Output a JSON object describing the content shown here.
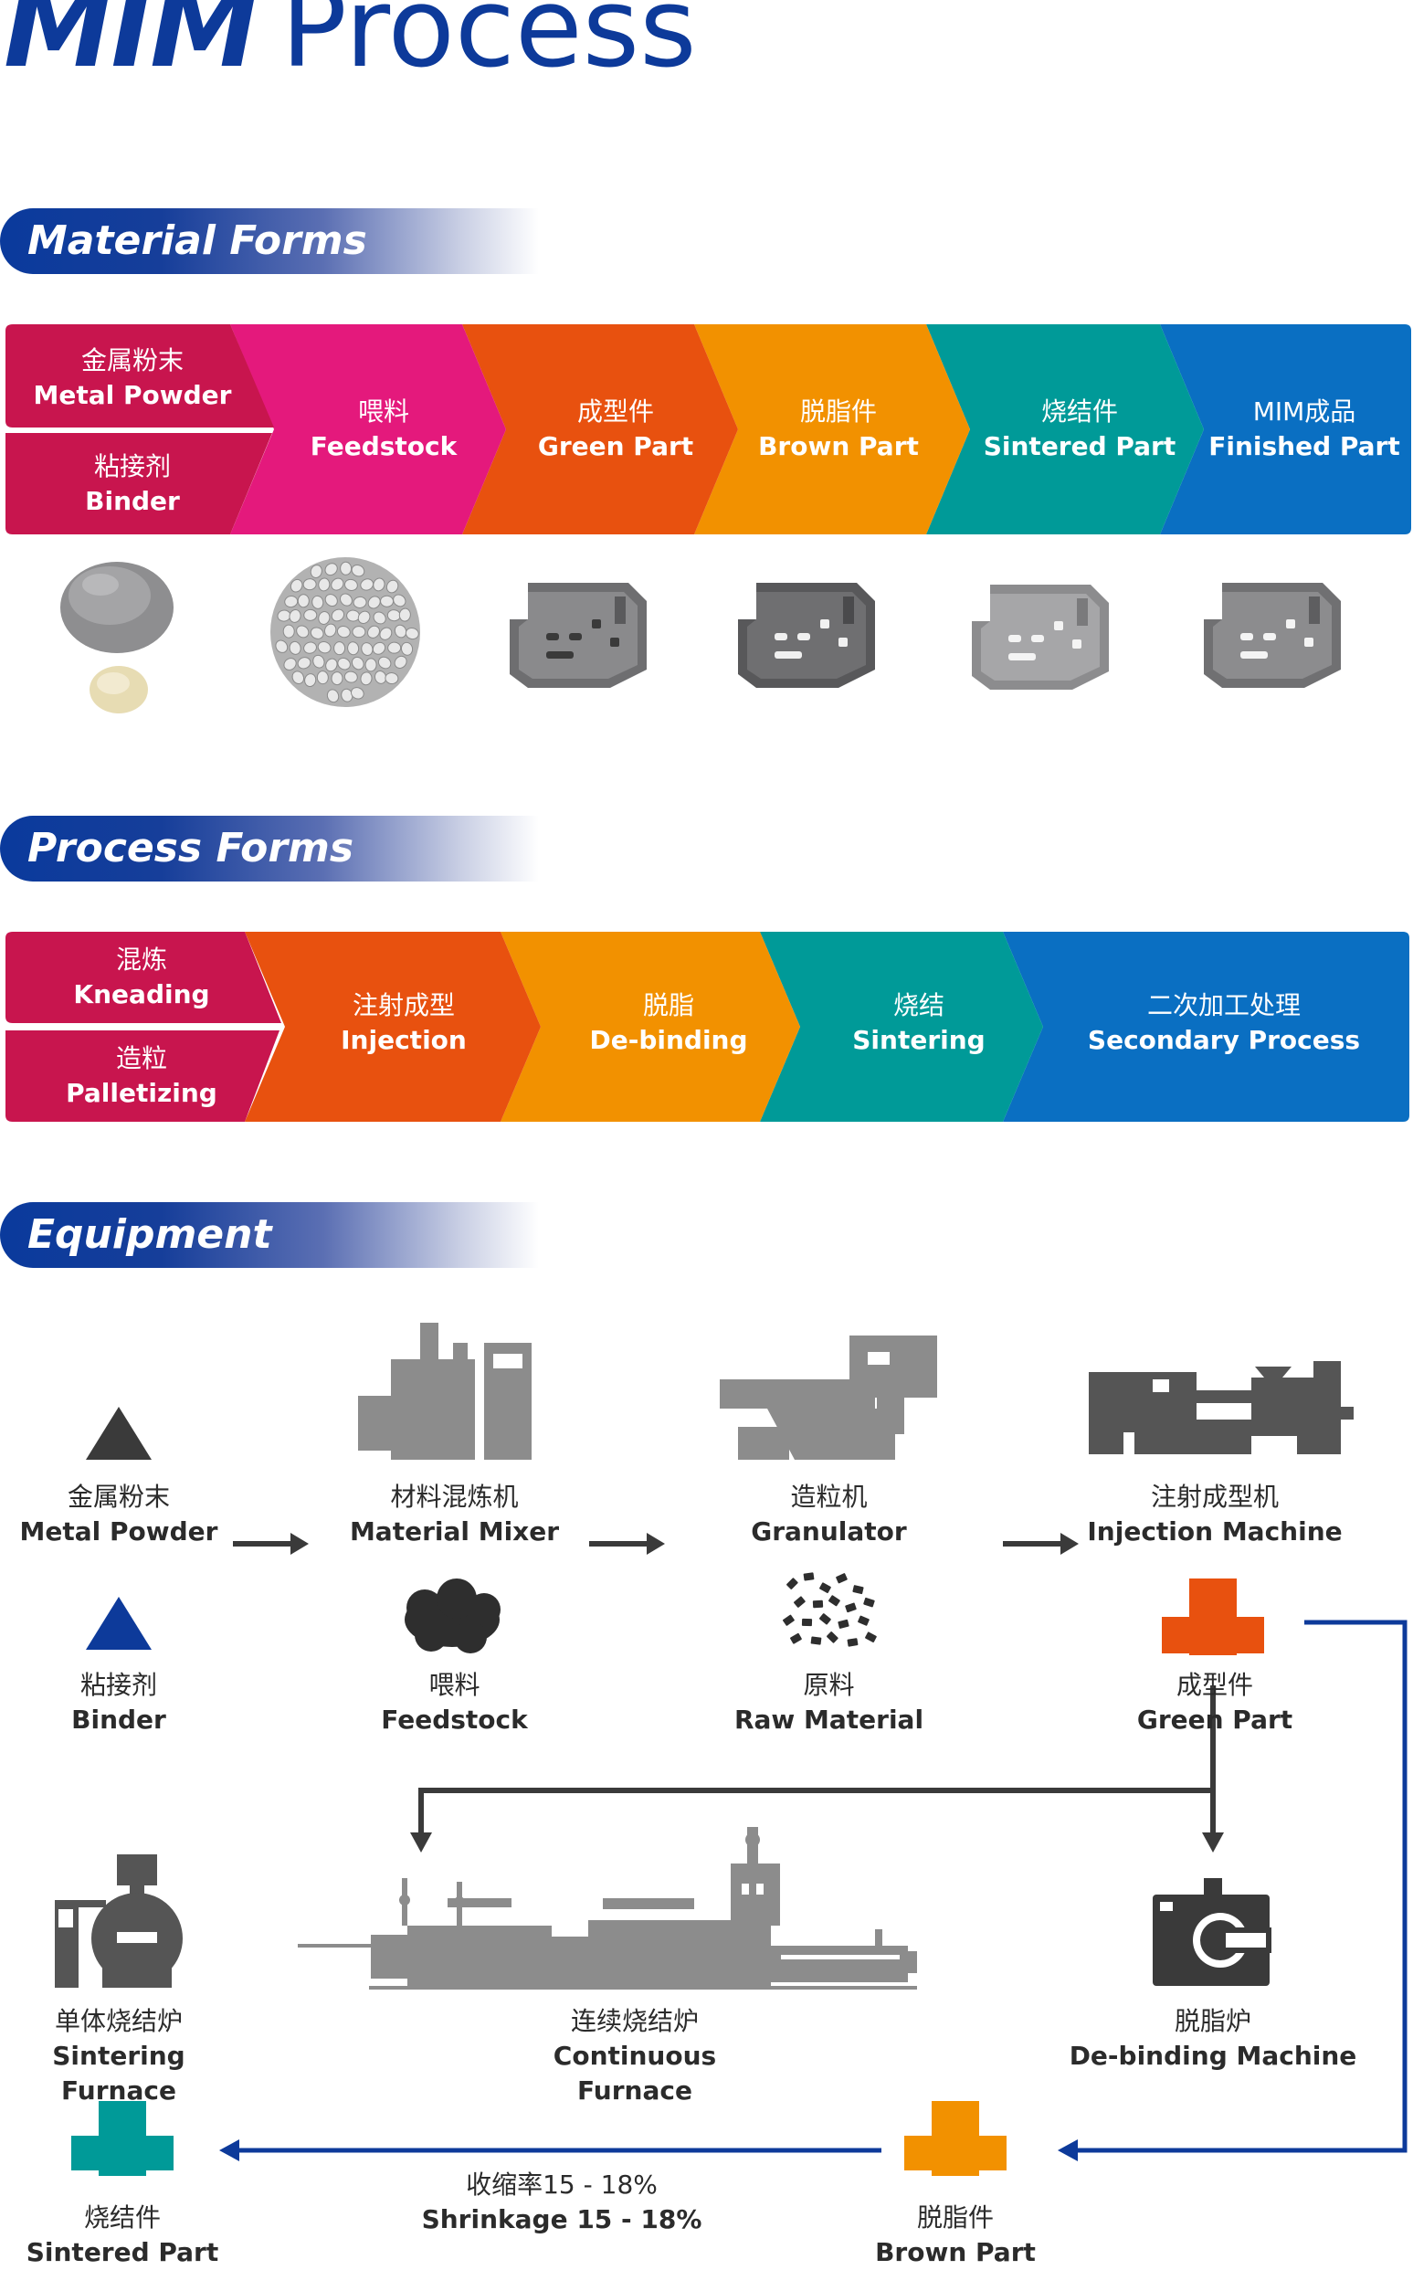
{
  "title": {
    "bold": "MIM",
    "light": "Process"
  },
  "sections": {
    "material_forms": "Material Forms",
    "process_forms": "Process Forms",
    "equipment": "Equipment"
  },
  "colors": {
    "magenta": "#c8154e",
    "pink": "#e4197c",
    "orange": "#e8510f",
    "amber": "#f29100",
    "teal": "#009a98",
    "blue": "#0a6fc2",
    "navy": "#0d3a9a",
    "gray": "#8c8c8c",
    "dark": "#4a4a4a"
  },
  "material_forms": {
    "metal_powder": {
      "cn": "金属粉末",
      "en": "Metal Powder"
    },
    "binder": {
      "cn": "粘接剂",
      "en": "Binder"
    },
    "feedstock": {
      "cn": "喂料",
      "en": "Feedstock"
    },
    "green_part": {
      "cn": "成型件",
      "en": "Green Part"
    },
    "brown_part": {
      "cn": "脱脂件",
      "en": "Brown Part"
    },
    "sintered_part": {
      "cn": "烧结件",
      "en": "Sintered Part"
    },
    "finished_part": {
      "cn": "MIM成品",
      "en": "Finished Part"
    }
  },
  "process_forms": {
    "kneading": {
      "cn": "混炼",
      "en": "Kneading"
    },
    "palletizing": {
      "cn": "造粒",
      "en": "Palletizing"
    },
    "injection": {
      "cn": "注射成型",
      "en": "Injection"
    },
    "debinding": {
      "cn": "脱脂",
      "en": "De-binding"
    },
    "sintering": {
      "cn": "烧结",
      "en": "Sintering"
    },
    "secondary": {
      "cn": "二次加工处理",
      "en": "Secondary Process"
    }
  },
  "equipment": {
    "metal_powder": {
      "cn": "金属粉末",
      "en": "Metal Powder"
    },
    "binder": {
      "cn": "粘接剂",
      "en": "Binder"
    },
    "mixer": {
      "cn": "材料混炼机",
      "en": "Material Mixer"
    },
    "feedstock": {
      "cn": "喂料",
      "en": "Feedstock"
    },
    "granulator": {
      "cn": "造粒机",
      "en": "Granulator"
    },
    "raw_material": {
      "cn": "原料",
      "en": "Raw Material"
    },
    "injection_machine": {
      "cn": "注射成型机",
      "en": "Injection Machine"
    },
    "green_part": {
      "cn": "成型件",
      "en": "Green Part"
    },
    "sintering_furnace": {
      "cn": "单体烧结炉",
      "en": "Sintering Furnace"
    },
    "continuous_furnace": {
      "cn": "连续烧结炉",
      "en": "Continuous Furnace"
    },
    "debinding_machine": {
      "cn": "脱脂炉",
      "en": "De-binding Machine"
    },
    "sintered_part": {
      "cn": "烧结件",
      "en": "Sintered Part"
    },
    "brown_part": {
      "cn": "脱脂件",
      "en": "Brown Part"
    },
    "shrinkage": {
      "cn": "收缩率15 - 18%",
      "en": "Shrinkage 15 - 18%"
    }
  }
}
